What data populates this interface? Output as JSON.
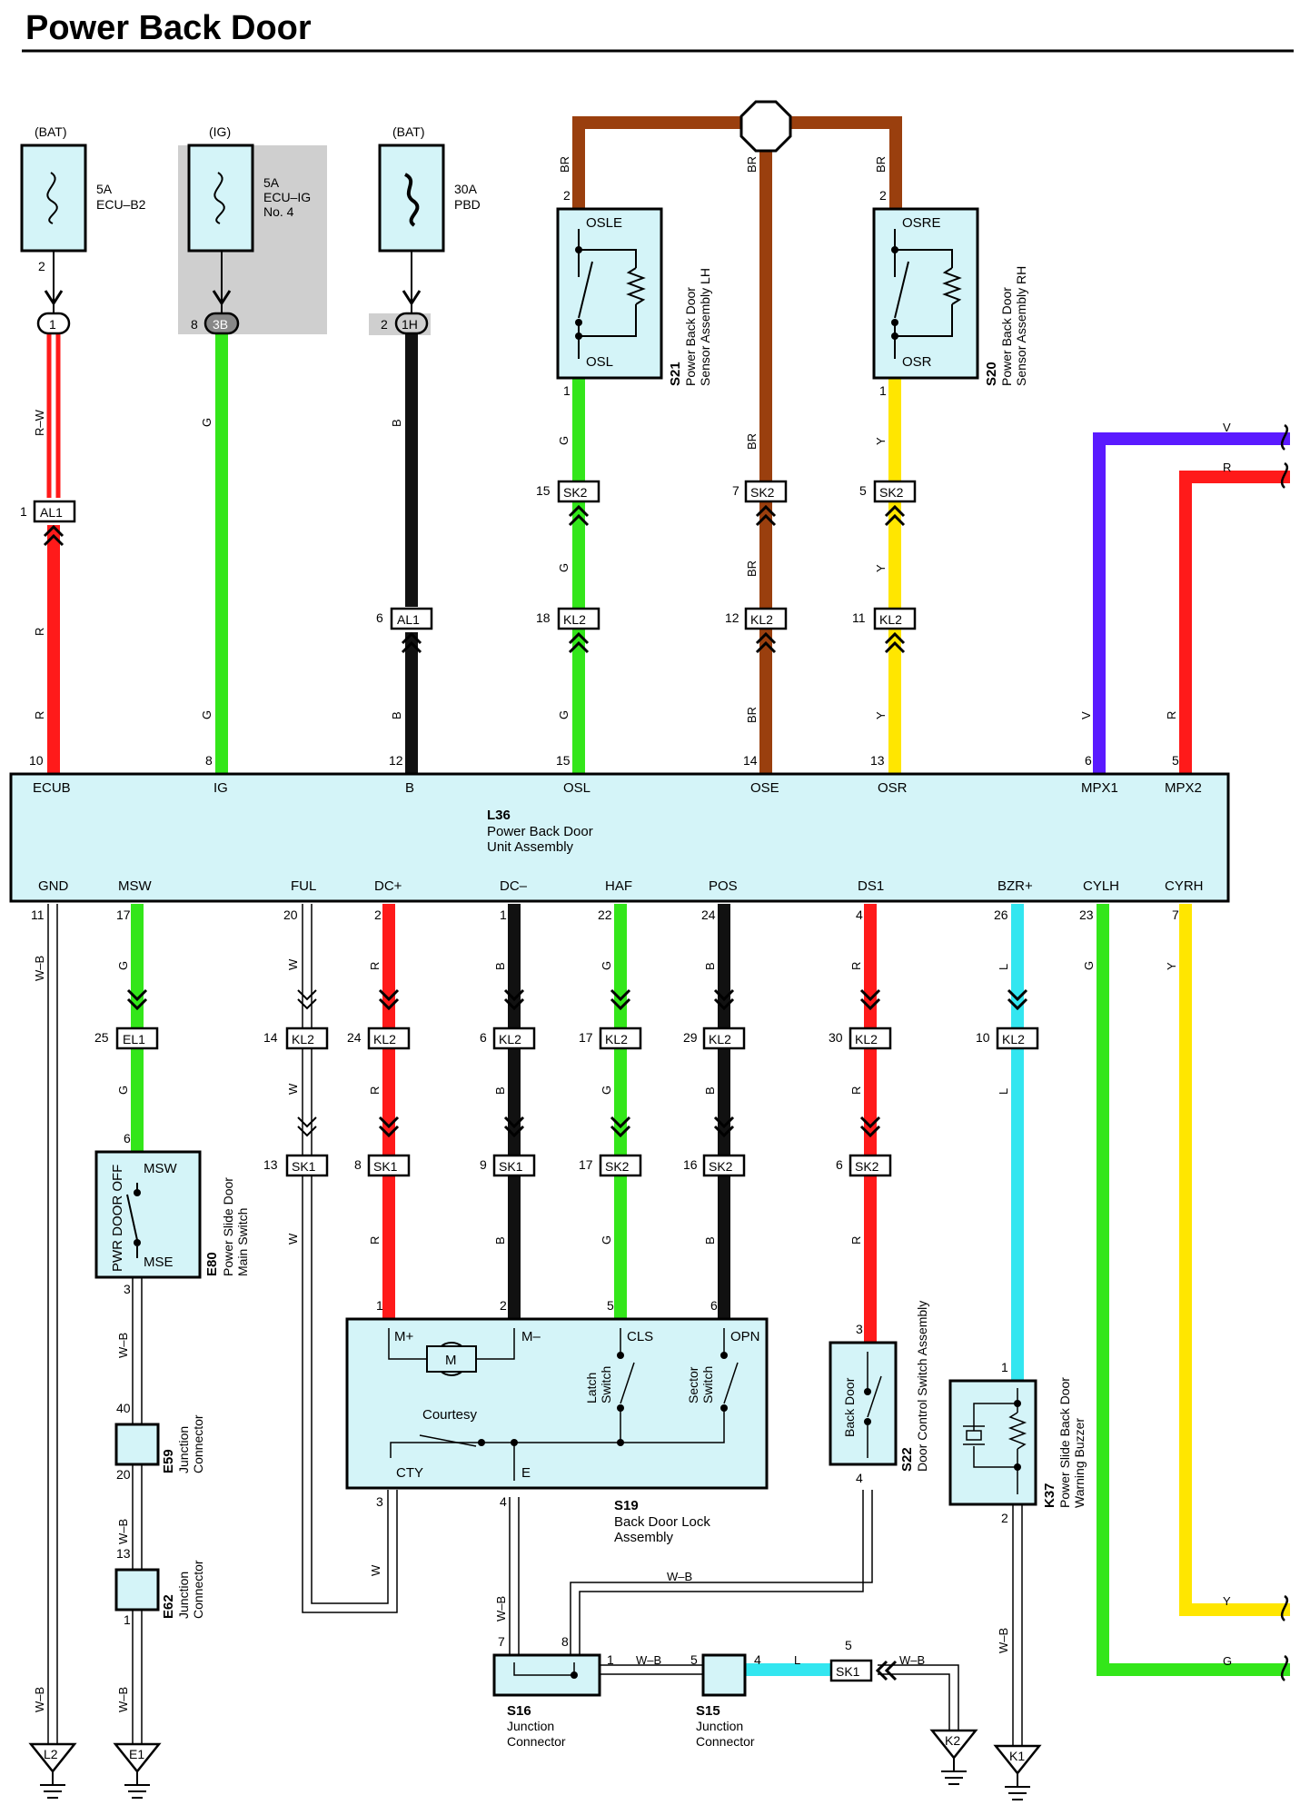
{
  "title": "Power Back Door",
  "sources": {
    "bat": "(BAT)",
    "ig": "(IG)"
  },
  "fuses": {
    "f1": {
      "amp": "5A",
      "name": "ECU–B2",
      "name2": "",
      "pin": "2"
    },
    "f2": {
      "amp": "5A",
      "name": "ECU–IG",
      "name2": "No. 4",
      "pin": "8"
    },
    "f3": {
      "amp": "30A",
      "name": "PBD",
      "name2": "",
      "pin": "2"
    }
  },
  "junction_blocks": {
    "j1": "1",
    "j2": "3B",
    "j3": "1H"
  },
  "wire_colors": {
    "R": "R",
    "RW": "R–W",
    "G": "G",
    "B": "B",
    "BR": "BR",
    "Y": "Y",
    "V": "V",
    "W": "W",
    "L": "L",
    "WB": "W–B"
  },
  "colors": {
    "R": "#ff1a1a",
    "G": "#33e61a",
    "B": "#111111",
    "BR": "#9a3f0e",
    "Y": "#ffe600",
    "V": "#5a1aff",
    "L": "#33e6f0",
    "W": "#ffffff",
    "box": "#d4f4f8",
    "gray": "#cfcfcf"
  },
  "connectors": {
    "AL1": "AL1",
    "SK2": "SK2",
    "KL2": "KL2",
    "EL1": "EL1",
    "SK1": "SK1"
  },
  "pins": {
    "al1_top": "1",
    "al1_b": "6",
    "sk2_osl": "15",
    "sk2_ose": "7",
    "sk2_osr": "5",
    "kl2_osl": "18",
    "kl2_ose": "12",
    "kl2_osr": "11",
    "el1": "25",
    "ful_kl2": "14",
    "dcp_kl2": "24",
    "dcm_kl2": "6",
    "haf_kl2": "17",
    "pos_kl2": "29",
    "ds1_kl2": "30",
    "bzr_kl2": "10",
    "ful_sk1": "13",
    "dcp_sk1": "8",
    "dcm_sk1": "9",
    "haf_sk2": "17",
    "pos_sk2": "16",
    "ds1_sk2": "6",
    "s21_top": "2",
    "s21_bot": "1",
    "s20_top": "2",
    "s20_bot": "1",
    "e80_top": "6",
    "e80_bot": "3",
    "e59_top": "40",
    "e59_bot": "20",
    "e62_top": "13",
    "e62_bot": "1",
    "s19_1": "1",
    "s19_2": "2",
    "s19_5": "5",
    "s19_6": "6",
    "s19_3": "3",
    "s19_4": "4",
    "s22_top": "3",
    "s22_bot": "4",
    "k37_top": "1",
    "k37_bot": "2",
    "s16_7": "7",
    "s16_8": "8",
    "s16_1": "1",
    "s15_5": "5",
    "s15_4": "4",
    "sk1_5": "5"
  },
  "l36": {
    "code": "L36",
    "name1": "Power Back Door",
    "name2": "Unit Assembly",
    "top_terminals": [
      {
        "label": "ECUB",
        "pin": "10"
      },
      {
        "label": "IG",
        "pin": "8"
      },
      {
        "label": "B",
        "pin": "12"
      },
      {
        "label": "OSL",
        "pin": "15"
      },
      {
        "label": "OSE",
        "pin": "14"
      },
      {
        "label": "OSR",
        "pin": "13"
      },
      {
        "label": "MPX1",
        "pin": "6"
      },
      {
        "label": "MPX2",
        "pin": "5"
      }
    ],
    "bottom_terminals": [
      {
        "label": "GND",
        "pin": "11"
      },
      {
        "label": "MSW",
        "pin": "17"
      },
      {
        "label": "FUL",
        "pin": "20"
      },
      {
        "label": "DC+",
        "pin": "2"
      },
      {
        "label": "DC–",
        "pin": "1"
      },
      {
        "label": "HAF",
        "pin": "22"
      },
      {
        "label": "POS",
        "pin": "24"
      },
      {
        "label": "DS1",
        "pin": "4"
      },
      {
        "label": "BZR+",
        "pin": "26"
      },
      {
        "label": "CYLH",
        "pin": "23"
      },
      {
        "label": "CYRH",
        "pin": "7"
      }
    ]
  },
  "s21": {
    "code": "S21",
    "name1": "Power Back Door",
    "name2": "Sensor Assembly LH",
    "t1": "OSLE",
    "t2": "OSL"
  },
  "s20": {
    "code": "S20",
    "name1": "Power Back Door",
    "name2": "Sensor Assembly RH",
    "t1": "OSRE",
    "t2": "OSR"
  },
  "e80": {
    "code": "E80",
    "name1": "Power Slide Door",
    "name2": "Main Switch",
    "t1": "MSW",
    "t2": "MSE",
    "side": "PWR DOOR OFF"
  },
  "e59": {
    "code": "E59",
    "name1": "Junction",
    "name2": "Connector"
  },
  "e62": {
    "code": "E62",
    "name1": "Junction",
    "name2": "Connector"
  },
  "s19": {
    "code": "S19",
    "name1": "Back Door Lock",
    "name2": "Assembly",
    "mp": "M+",
    "mm": "M–",
    "cls": "CLS",
    "opn": "OPN",
    "cty": "CTY",
    "e": "E",
    "motor": "M",
    "courtesy": "Courtesy",
    "latch1": "Latch",
    "latch2": "Switch",
    "sector1": "Sector",
    "sector2": "Switch"
  },
  "s22": {
    "code": "S22",
    "name1": "Door Control Switch Assembly",
    "inner": "Back Door"
  },
  "k37": {
    "code": "K37",
    "name1": "Power Slide Back Door",
    "name2": "Warning Buzzer"
  },
  "s16": {
    "code": "S16",
    "name1": "Junction",
    "name2": "Connector"
  },
  "s15": {
    "code": "S15",
    "name1": "Junction",
    "name2": "Connector"
  },
  "grounds": {
    "g1": "L2",
    "g2": "E1",
    "g3": "K2",
    "g4": "K1"
  }
}
